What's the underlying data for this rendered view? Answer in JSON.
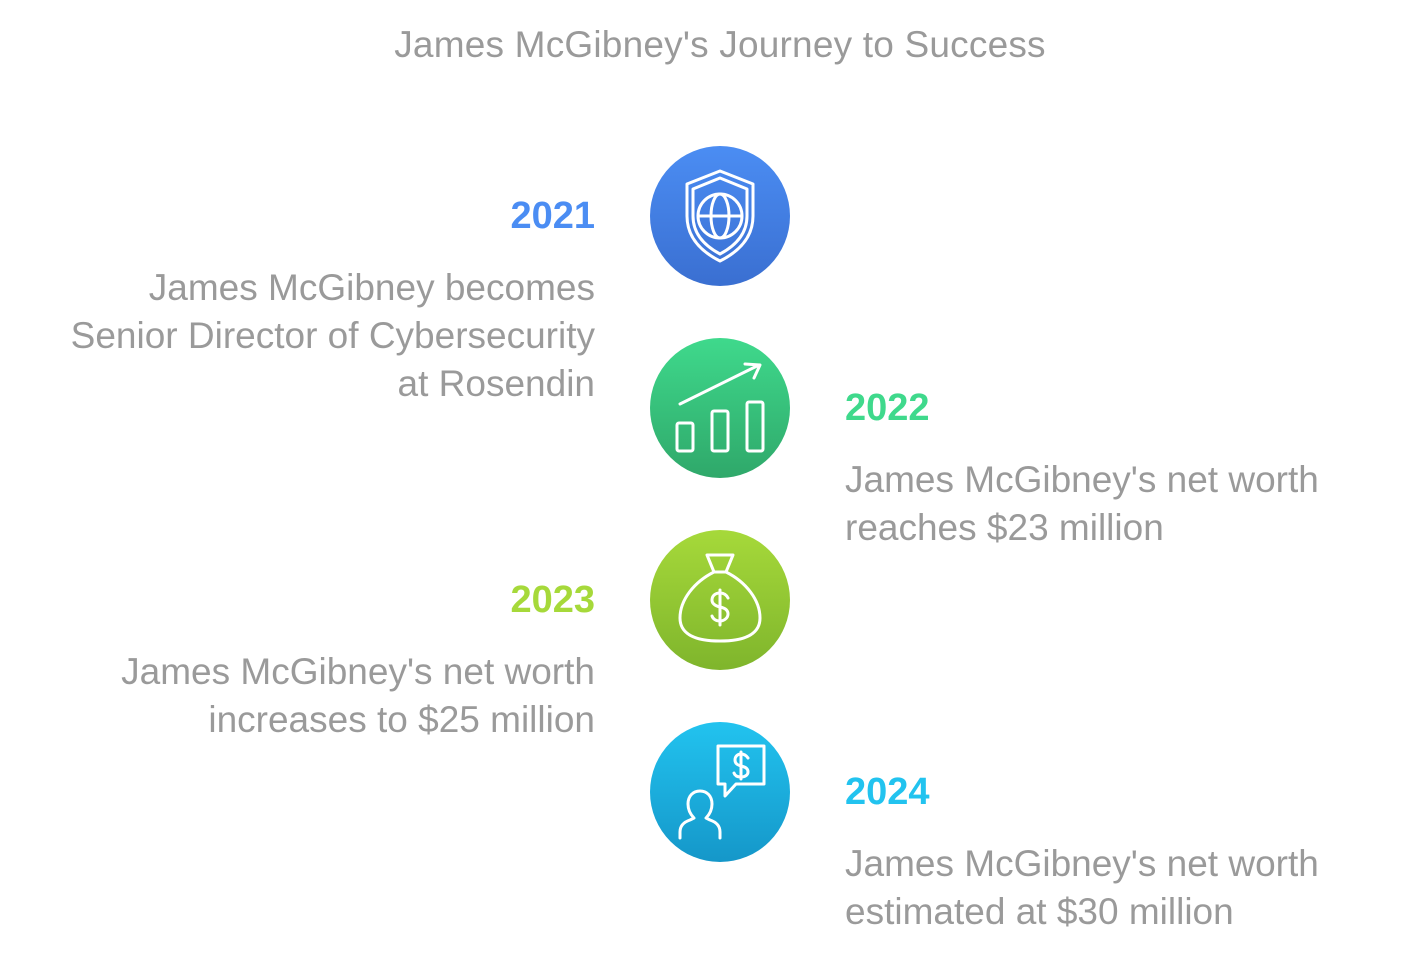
{
  "title": "James McGibney's Journey to Success",
  "milestones": [
    {
      "year": "2021",
      "lines": [
        "James McGibney becomes",
        "Senior Director of Cybersecurity",
        "at Rosendin"
      ],
      "icon": "shield-globe-icon",
      "color": "#4b8df3"
    },
    {
      "year": "2022",
      "lines": [
        "James McGibney's net worth",
        "reaches $23 million"
      ],
      "icon": "growth-chart-icon",
      "color": "#3fd98c"
    },
    {
      "year": "2023",
      "lines": [
        "James McGibney's net worth",
        "increases to $25 million"
      ],
      "icon": "money-bag-icon",
      "color": "#a6d93a"
    },
    {
      "year": "2024",
      "lines": [
        "James McGibney's net worth",
        "estimated at $30 million"
      ],
      "icon": "person-dollar-speech-icon",
      "color": "#22c3ef"
    }
  ]
}
